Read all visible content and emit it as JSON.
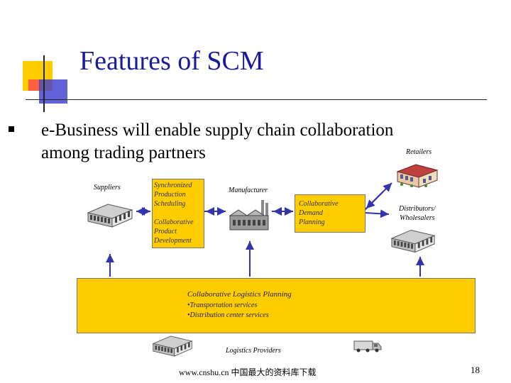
{
  "title": "Features of SCM",
  "bullet": {
    "line1": "e-Business will enable supply chain collaboration",
    "line2": "among trading partners"
  },
  "diagram": {
    "suppliers_label": "Suppliers",
    "box_upper": {
      "line1": "Synchronized",
      "line2": "Production",
      "line3": "Scheduling"
    },
    "box_lower": {
      "line1": "Collaborative",
      "line2": "Product",
      "line3": "Development"
    },
    "manufacturer_label": "Manufacturer",
    "demand_box": {
      "line1": "Collaborative",
      "line2": "Demand",
      "line3": "Planning"
    },
    "retailers_label": "Retailers",
    "distributors_label": {
      "line1": "Distributors/",
      "line2": "Wholesalers"
    },
    "logistics_box": {
      "heading": "Collaborative Logistics Planning",
      "item1": "•Transportation services",
      "item2": "•Distribution center services"
    },
    "logistics_providers_label": "Logistics Providers"
  },
  "icons": [
    "warehouse-icon",
    "factory-icon",
    "retail-store-icon",
    "delivery-truck-icon"
  ],
  "colors": {
    "title": "#1a1a9a",
    "box_fill": "#ffcc00",
    "arrow": "#3333aa",
    "deco_yellow": "#ffcc00",
    "deco_red": "#ff3333",
    "deco_blue": "#3333cc"
  },
  "footer": "www.cnshu.cn 中国最大的资料库下载",
  "page_number": "18"
}
